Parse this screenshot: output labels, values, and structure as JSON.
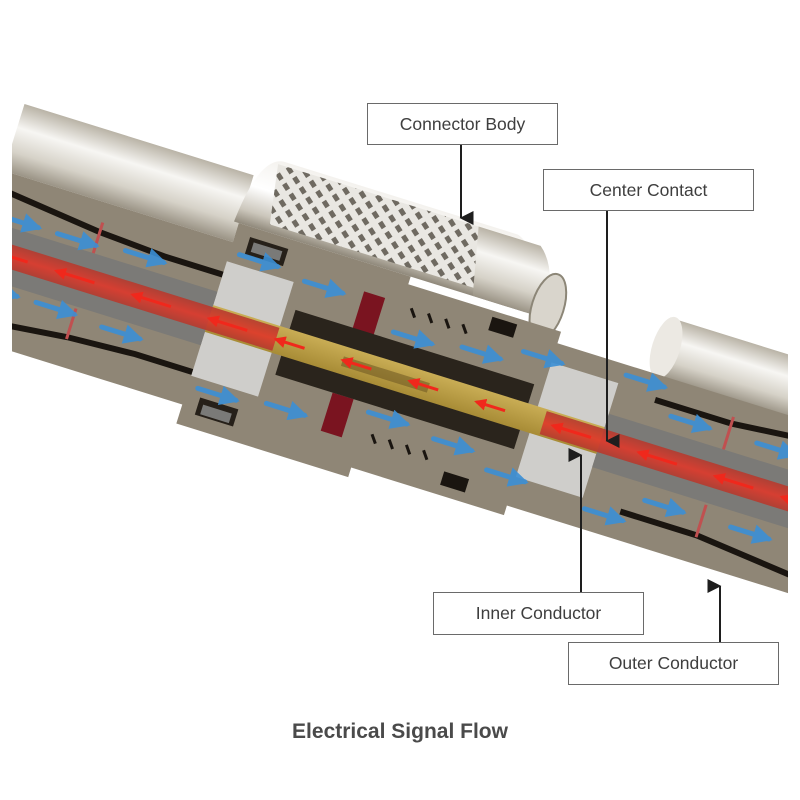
{
  "diagram": {
    "caption": "Electrical Signal Flow",
    "labels": {
      "connector_body": "Connector Body",
      "center_contact": "Center Contact",
      "inner_conductor": "Inner Conductor",
      "outer_conductor": "Outer Conductor"
    },
    "legend_colors": {
      "inner_signal": "#e8201a",
      "outer_return": "#3b8fd6",
      "housing": "#8f8676",
      "insulator": "#cfcecb",
      "center_pin": "#b69a3c",
      "gasket": "#7a1420"
    },
    "flow_directions": {
      "inner_signal": "right-to-left",
      "outer_return": "left-to-right"
    }
  }
}
